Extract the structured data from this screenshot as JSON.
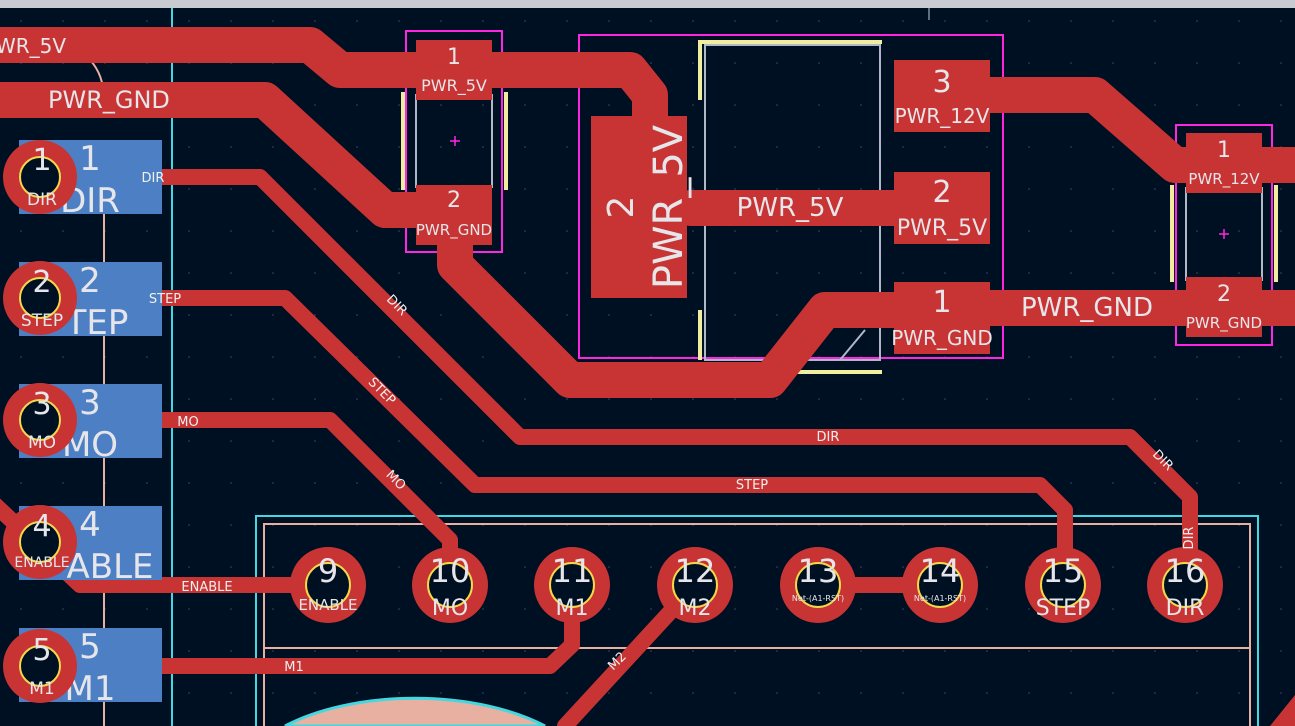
{
  "board": {
    "background": "#001023",
    "copper_color": "#c83434",
    "pad_color": "#c83434",
    "smd_side_color": "#4d7fc4",
    "drill_color": "#001023",
    "drill_ring_color": "#f2d84a",
    "silkscreen_color": "#f0eca0",
    "courtyard_color": "#ff26e2",
    "edge_color": "#44d7e0",
    "fab_color": "#e8b0a0"
  },
  "connector": {
    "pins": [
      {
        "num": "1",
        "net": "DIR",
        "label": "DIR"
      },
      {
        "num": "2",
        "net": "STEP",
        "label": "STEP"
      },
      {
        "num": "3",
        "net": "MO",
        "label": "MO"
      },
      {
        "num": "4",
        "net": "ENABLE",
        "label": "ENABLE",
        "big_label": "ABLE"
      },
      {
        "num": "5",
        "net": "M1",
        "label": "M1"
      }
    ],
    "big_labels": [
      "DIR",
      "TEP",
      "MO",
      "ABLE",
      "M1"
    ]
  },
  "capacitor_left": {
    "pad1": {
      "num": "1",
      "net": "PWR_5V"
    },
    "pad2": {
      "num": "2",
      "net": "PWR_GND"
    }
  },
  "regulator": {
    "tab": {
      "num": "2",
      "net": "PWR_5V"
    },
    "pin3": {
      "num": "3",
      "net": "PWR_12V"
    },
    "pin2": {
      "num": "2",
      "net": "PWR_5V"
    },
    "pin1": {
      "num": "1",
      "net": "PWR_GND"
    }
  },
  "capacitor_right": {
    "pad1": {
      "num": "1",
      "net": "PWR_12V"
    },
    "pad2": {
      "num": "2",
      "net": "PWR_GND"
    }
  },
  "driver_header": {
    "pins": [
      {
        "num": "9",
        "net": "ENABLE"
      },
      {
        "num": "10",
        "net": "MO"
      },
      {
        "num": "11",
        "net": "M1"
      },
      {
        "num": "12",
        "net": "M2"
      },
      {
        "num": "13",
        "net": "Net-(A1-RST)"
      },
      {
        "num": "14",
        "net": "Net-(A1-RST)"
      },
      {
        "num": "15",
        "net": "STEP"
      },
      {
        "num": "16",
        "net": "DIR"
      }
    ]
  },
  "trace_labels": {
    "pwr_5v_top": "WR_5V",
    "pwr_gnd_left": "PWR_GND",
    "pwr_5v_mid": "PWR_5V",
    "pwr_gnd_right": "PWR_GND",
    "dir_1": "DIR",
    "dir_2": "DIR",
    "dir_3": "DIR",
    "dir_4": "DIR",
    "dir_5": "DIR",
    "step_1": "STEP",
    "step_2": "STEP",
    "step_3": "STEP",
    "mo_1": "MO",
    "mo_2": "MO",
    "enable_1": "ENABLE",
    "m1_1": "M1",
    "m2_1": "M2"
  }
}
